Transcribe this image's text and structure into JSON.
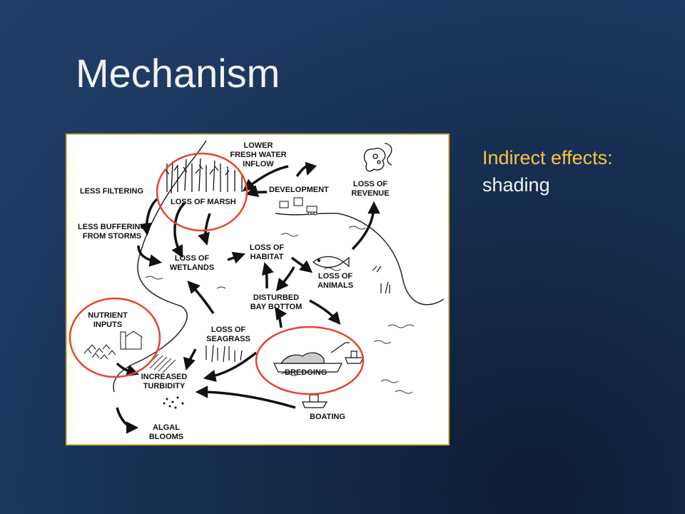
{
  "slide": {
    "title": "Mechanism",
    "side_text": {
      "line1": "Indirect effects:",
      "line2": "shading"
    }
  },
  "diagram": {
    "nodes": {
      "lower_fresh_water_inflow": [
        "LOWER",
        "FRESH WATER",
        "INFLOW"
      ],
      "less_filtering": [
        "LESS FILTERING"
      ],
      "loss_of_marsh": [
        "LOSS OF MARSH"
      ],
      "development": [
        "DEVELOPMENT"
      ],
      "loss_of_revenue": [
        "LOSS OF",
        "REVENUE"
      ],
      "less_buffering": [
        "LESS BUFFERING",
        "FROM STORMS"
      ],
      "loss_of_wetlands": [
        "LOSS OF",
        "WETLANDS"
      ],
      "loss_of_habitat": [
        "LOSS OF",
        "HABITAT"
      ],
      "loss_of_animals": [
        "LOSS OF",
        "ANIMALS"
      ],
      "disturbed_bay_bottom": [
        "DISTURBED",
        "BAY BOTTOM"
      ],
      "nutrient_inputs": [
        "NUTRIENT",
        "INPUTS"
      ],
      "loss_of_seagrass": [
        "LOSS OF",
        "SEAGRASS"
      ],
      "dredging": [
        "DREDGING"
      ],
      "increased_turbidity": [
        "INCREASED",
        "TURBIDITY"
      ],
      "boating": [
        "BOATING"
      ],
      "algal_blooms": [
        "ALGAL",
        "BLOOMS"
      ]
    },
    "highlight_color": "#e8452a"
  }
}
